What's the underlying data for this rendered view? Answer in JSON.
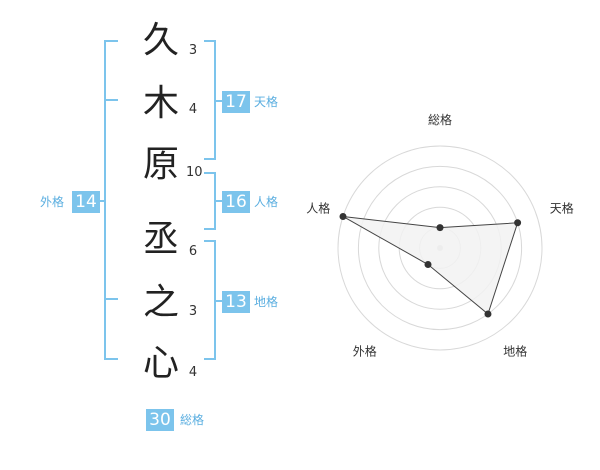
{
  "name": {
    "characters": [
      {
        "char": "久",
        "strokes": "3"
      },
      {
        "char": "木",
        "strokes": "4"
      },
      {
        "char": "原",
        "strokes": "10"
      },
      {
        "char": "丞",
        "strokes": "6"
      },
      {
        "char": "之",
        "strokes": "3"
      },
      {
        "char": "心",
        "strokes": "4"
      }
    ]
  },
  "fortunes": {
    "tenkaku": {
      "value": "17",
      "label": "天格"
    },
    "jinkaku": {
      "value": "16",
      "label": "人格"
    },
    "chikaku": {
      "value": "13",
      "label": "地格"
    },
    "gaikaku": {
      "value": "14",
      "label": "外格"
    },
    "soukaku": {
      "value": "30",
      "label": "総格"
    }
  },
  "colors": {
    "accent": "#7cc4ec",
    "accent_text": "#5aaee0",
    "radar_fill": "#f2f2f2",
    "radar_ring": "#d8d8d8"
  },
  "chart_data": {
    "type": "radar",
    "axes": [
      "総格",
      "天格",
      "地格",
      "外格",
      "人格"
    ],
    "values": [
      1,
      4,
      4,
      1,
      5
    ],
    "max": 5,
    "rings": 5
  }
}
